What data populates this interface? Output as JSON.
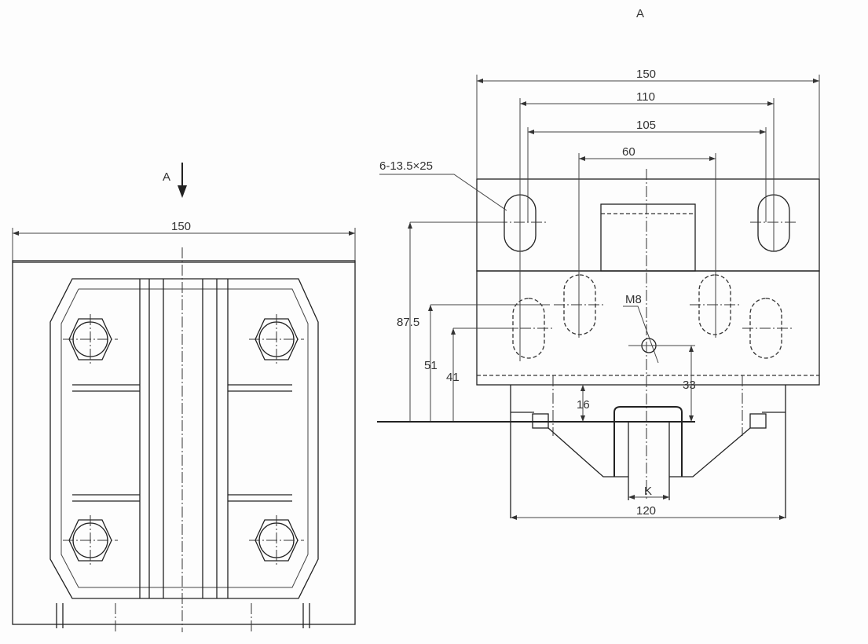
{
  "view_label_top": "A",
  "left_view": {
    "view_arrow_label": "A",
    "width_dim": "150"
  },
  "right_view": {
    "dims": {
      "overall_width": "150",
      "slot_spacing_outer": "110",
      "slot_spacing_inner": "105",
      "slot_spacing_center": "60",
      "slot_callout": "6-13.5×25",
      "thread_callout": "M8",
      "height_87_5": "87.5",
      "height_51": "51",
      "height_41": "41",
      "height_33": "33",
      "height_16": "16",
      "gap_k": "K",
      "base_width": "120"
    }
  }
}
